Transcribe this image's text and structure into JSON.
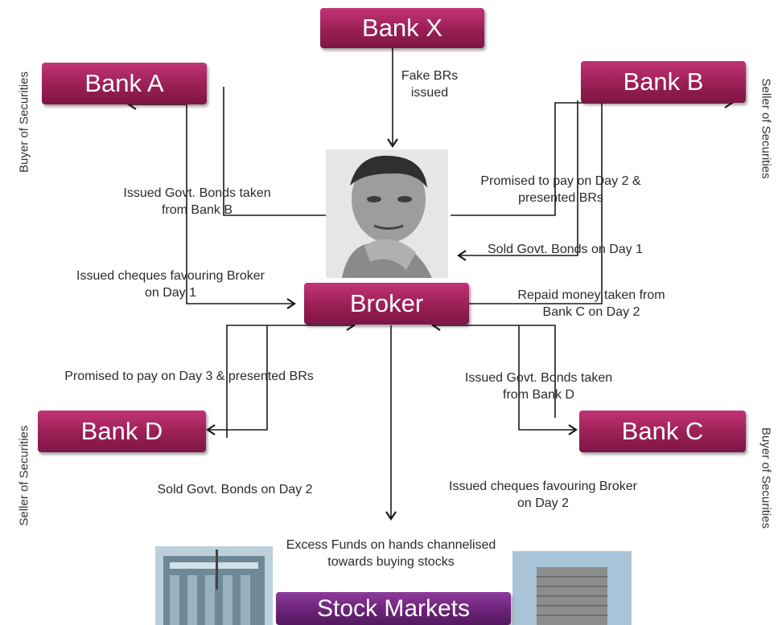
{
  "nodes": {
    "bank_x": "Bank X",
    "bank_a": "Bank A",
    "bank_b": "Bank B",
    "bank_c": "Bank C",
    "bank_d": "Bank D",
    "broker": "Broker",
    "stock_markets": "Stock Markets"
  },
  "roles": {
    "left_top": "Buyer of Securities",
    "right_top": "Seller of Securities",
    "left_bottom": "Seller of Securities",
    "right_bottom": "Buyer of Securities"
  },
  "edges": {
    "fake_brs": "Fake BRs issued",
    "issued_bonds_b": "Issued Govt. Bonds taken from Bank B",
    "cheques_day1": "Issued cheques favouring Broker on Day 1",
    "promised_day2": "Promised to pay on Day 2 & presented BRs",
    "sold_day1": "Sold Govt. Bonds on Day 1",
    "repaid_c": "Repaid money taken from Bank C on Day 2",
    "promised_day3": "Promised to pay on Day 3 & presented BRs",
    "issued_bonds_d": "Issued Govt. Bonds taken from Bank D",
    "sold_day2": "Sold Govt. Bonds on Day 2",
    "cheques_day2": "Issued cheques favouring Broker on Day 2",
    "excess_funds": "Excess Funds on hands channelised towards buying stocks"
  },
  "colors": {
    "bank_box": "#9a1f55",
    "stock_box": "#6c2379",
    "line": "#1a1a1a"
  }
}
